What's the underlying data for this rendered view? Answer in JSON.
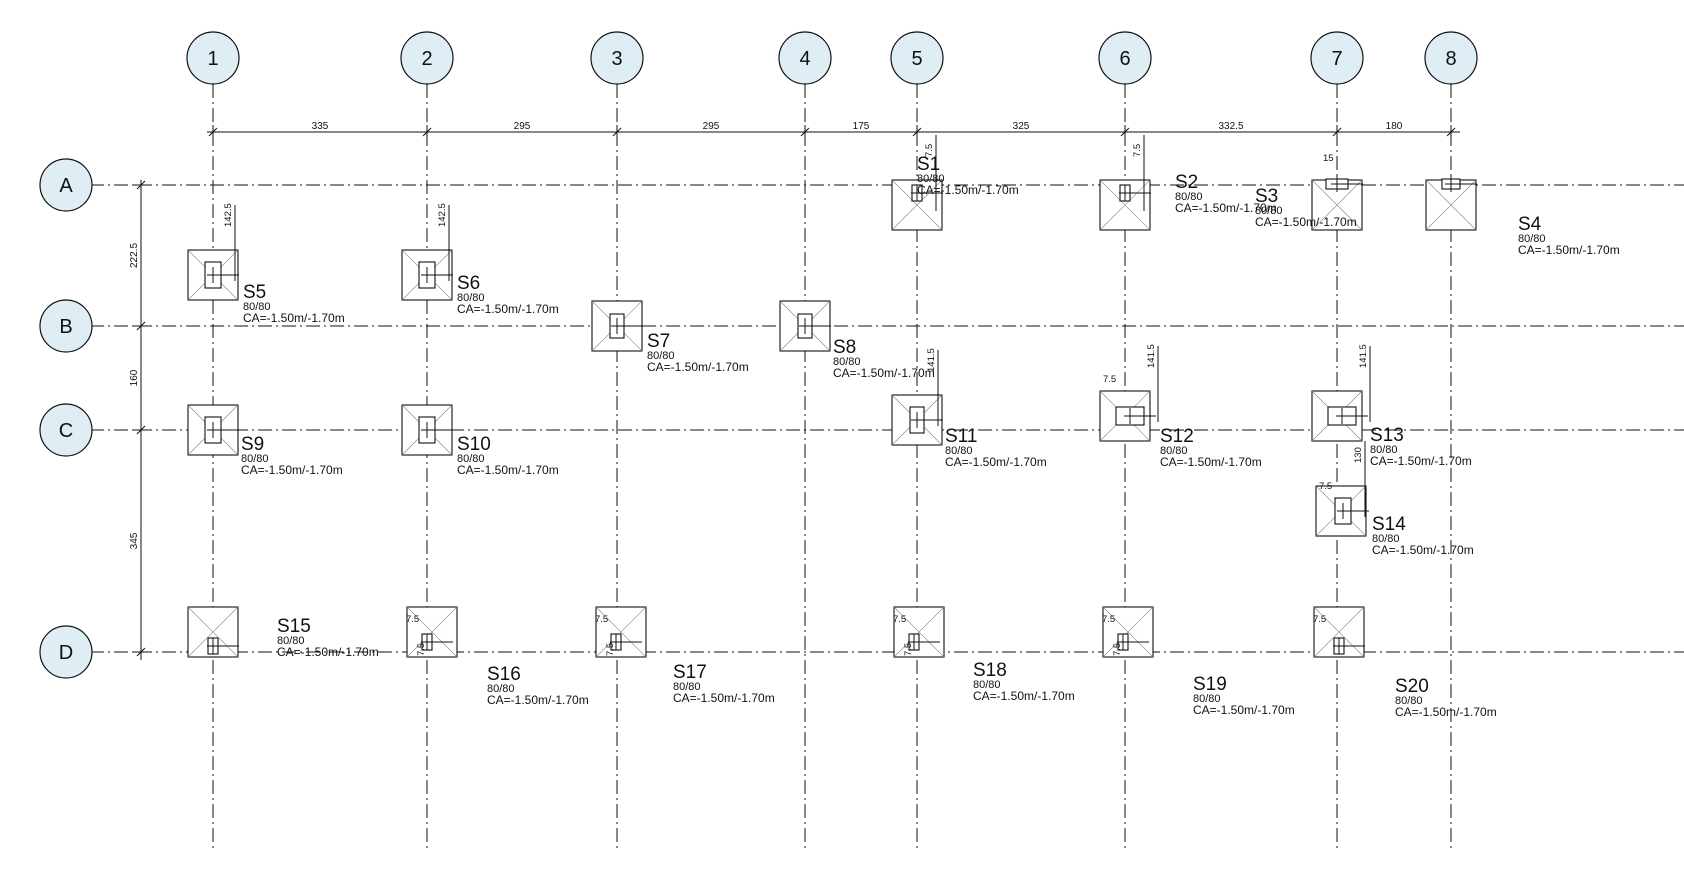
{
  "grid": {
    "columns": [
      "1",
      "2",
      "3",
      "4",
      "5",
      "6",
      "7",
      "8"
    ],
    "rows": [
      "A",
      "B",
      "C",
      "D"
    ]
  },
  "dimensions": {
    "horizontal": [
      "335",
      "295",
      "295",
      "175",
      "325",
      "332.5",
      "180"
    ],
    "vertical": [
      "222.5",
      "160",
      "345"
    ]
  },
  "footings": [
    {
      "name": "S1",
      "size": "80/80",
      "ca": "CA=-1.50m/-1.70m",
      "offsets": [
        "7.5"
      ]
    },
    {
      "name": "S2",
      "size": "80/80",
      "ca": "CA=-1.50m/-1.70m",
      "offsets": [
        "7.5"
      ]
    },
    {
      "name": "S3",
      "size": "80/80",
      "ca": "CA=-1.50m/-1.70m",
      "offsets": [
        "15"
      ]
    },
    {
      "name": "S4",
      "size": "80/80",
      "ca": "CA=-1.50m/-1.70m",
      "offsets": []
    },
    {
      "name": "S5",
      "size": "80/80",
      "ca": "CA=-1.50m/-1.70m",
      "offsets": [
        "142.5"
      ]
    },
    {
      "name": "S6",
      "size": "80/80",
      "ca": "CA=-1.50m/-1.70m",
      "offsets": [
        "142.5"
      ]
    },
    {
      "name": "S7",
      "size": "80/80",
      "ca": "CA=-1.50m/-1.70m",
      "offsets": []
    },
    {
      "name": "S8",
      "size": "80/80",
      "ca": "CA=-1.50m/-1.70m",
      "offsets": []
    },
    {
      "name": "S9",
      "size": "80/80",
      "ca": "CA=-1.50m/-1.70m",
      "offsets": []
    },
    {
      "name": "S10",
      "size": "80/80",
      "ca": "CA=-1.50m/-1.70m",
      "offsets": []
    },
    {
      "name": "S11",
      "size": "80/80",
      "ca": "CA=-1.50m/-1.70m",
      "offsets": [
        "141.5"
      ]
    },
    {
      "name": "S12",
      "size": "80/80",
      "ca": "CA=-1.50m/-1.70m",
      "offsets": [
        "141.5",
        "7.5"
      ]
    },
    {
      "name": "S13",
      "size": "80/80",
      "ca": "CA=-1.50m/-1.70m",
      "offsets": [
        "141.5"
      ]
    },
    {
      "name": "S14",
      "size": "80/80",
      "ca": "CA=-1.50m/-1.70m",
      "offsets": [
        "130",
        "7.5"
      ]
    },
    {
      "name": "S15",
      "size": "80/80",
      "ca": "CA=-1.50m/-1.70m",
      "offsets": []
    },
    {
      "name": "S16",
      "size": "80/80",
      "ca": "CA=-1.50m/-1.70m",
      "offsets": [
        "7.5",
        "7.5"
      ]
    },
    {
      "name": "S17",
      "size": "80/80",
      "ca": "CA=-1.50m/-1.70m",
      "offsets": [
        "7.5",
        "7.5"
      ]
    },
    {
      "name": "S18",
      "size": "80/80",
      "ca": "CA=-1.50m/-1.70m",
      "offsets": [
        "7.5",
        "7.5"
      ]
    },
    {
      "name": "S19",
      "size": "80/80",
      "ca": "CA=-1.50m/-1.70m",
      "offsets": [
        "7.5",
        "7.5"
      ]
    },
    {
      "name": "S20",
      "size": "80/80",
      "ca": "CA=-1.50m/-1.70m",
      "offsets": [
        "7.5"
      ]
    }
  ]
}
